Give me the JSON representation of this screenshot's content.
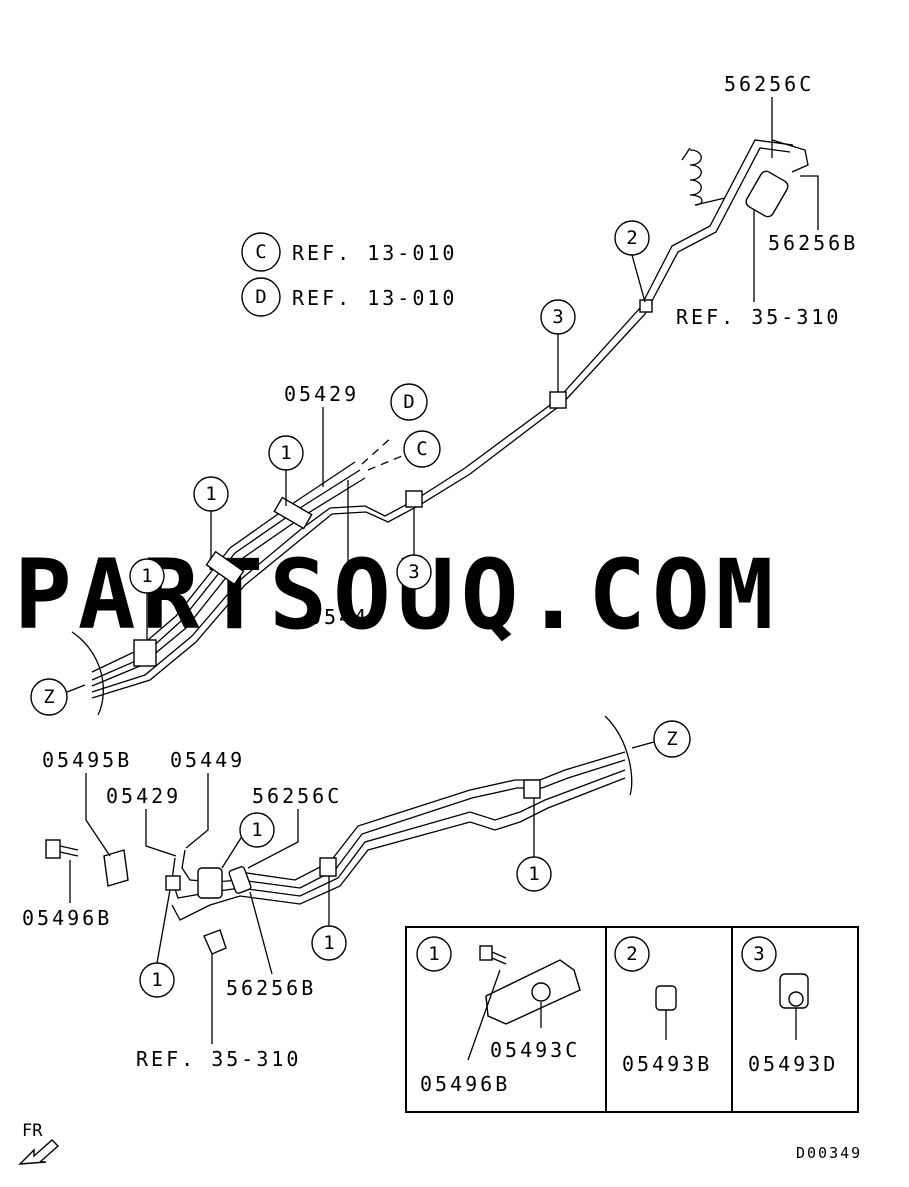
{
  "watermark": "PARTSOUQ.COM",
  "references": [
    {
      "letter": "C",
      "text": "REF. 13-010"
    },
    {
      "letter": "D",
      "text": "REF. 13-010"
    }
  ],
  "upper_labels": {
    "p56256C": "56256C",
    "p56256B": "56256B",
    "ref35310": "REF. 35-310",
    "p05429": "05429",
    "p05449": "05449",
    "D": "D",
    "C": "C",
    "Z": "Z"
  },
  "upper_callouts": [
    "1",
    "1",
    "1",
    "2",
    "3",
    "3"
  ],
  "lower_labels": {
    "p05495B": "05495B",
    "p05449": "05449",
    "p05429": "05429",
    "p56256C": "56256C",
    "p05496B": "05496B",
    "p56256B": "56256B",
    "ref35310": "REF. 35-310",
    "Z": "Z"
  },
  "lower_callouts": [
    "1",
    "1",
    "1",
    "1"
  ],
  "detail_panels": [
    {
      "number": "1",
      "parts": [
        "05496B",
        "05493C"
      ]
    },
    {
      "number": "2",
      "parts": [
        "05493B"
      ]
    },
    {
      "number": "3",
      "parts": [
        "05493D"
      ]
    }
  ],
  "direction": "FR",
  "diagram_code": "D00349"
}
